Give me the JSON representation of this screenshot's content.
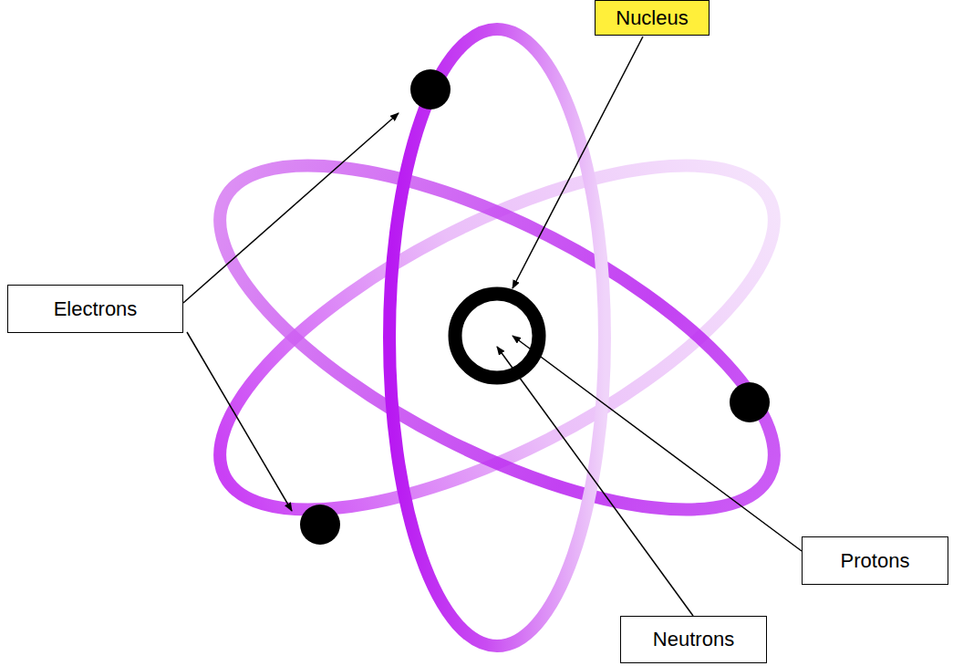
{
  "diagram": {
    "nodes": [
      {
        "text": [
          "Nucleus"
        ]
      },
      {
        "text": [
          "Electrons"
        ]
      },
      {
        "text": [
          "Protons"
        ]
      },
      {
        "text": [
          "Neutrons"
        ]
      }
    ]
  }
}
